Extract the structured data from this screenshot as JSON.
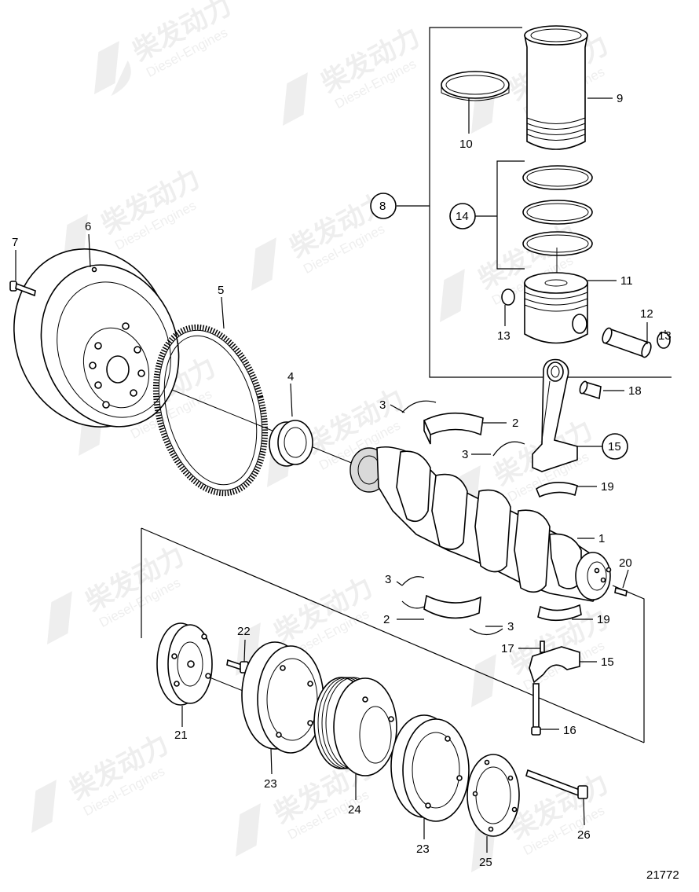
{
  "watermark": {
    "brand_cn": "柴发动力",
    "brand_en": "Diesel-Engines"
  },
  "drawing_number": "21772",
  "callouts": {
    "c1": "1",
    "c2a": "2",
    "c2b": "2",
    "c3a": "3",
    "c3b": "3",
    "c3c": "3",
    "c3d": "3",
    "c4": "4",
    "c5": "5",
    "c6": "6",
    "c7": "7",
    "c8": "8",
    "c9": "9",
    "c10": "10",
    "c11": "11",
    "c12": "12",
    "c13a": "13",
    "c13b": "13",
    "c14": "14",
    "c15a": "15",
    "c15b": "15",
    "c16": "16",
    "c17": "17",
    "c18": "18",
    "c19a": "19",
    "c19b": "19",
    "c20": "20",
    "c21": "21",
    "c22": "22",
    "c23a": "23",
    "c23b": "23",
    "c24": "24",
    "c25": "25",
    "c26": "26"
  }
}
